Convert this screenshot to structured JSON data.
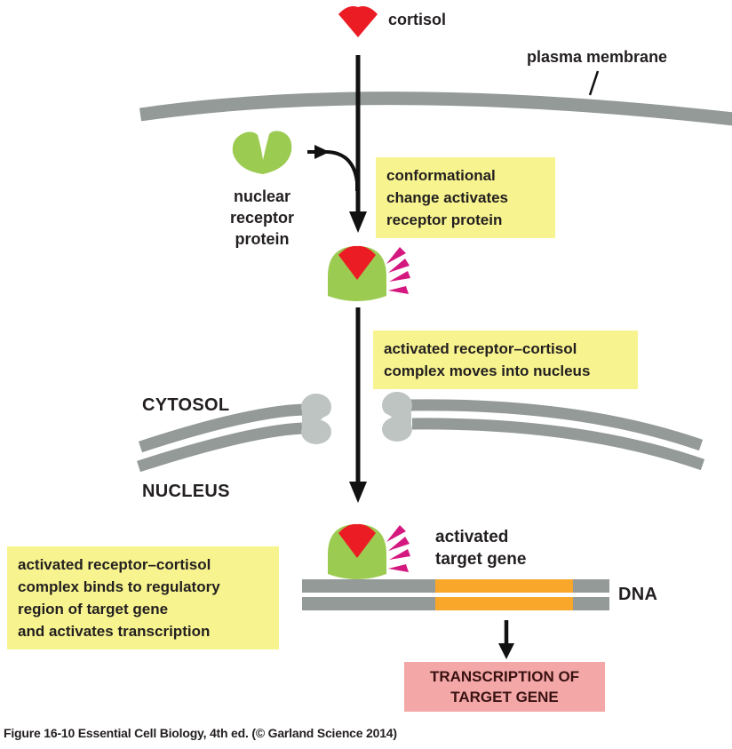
{
  "colors": {
    "green": "#9CCB52",
    "red": "#EC1C24",
    "magenta": "#D4187F",
    "yellow": "#F7F48F",
    "pink": "#F3A7A7",
    "membrane": "#939A97",
    "pore": "#BEC4C1",
    "orange": "#F9A72B",
    "text": "#231F20"
  },
  "labels": {
    "cortisol": "cortisol",
    "plasma_membrane": "plasma membrane",
    "receptor_lines": [
      "nuclear",
      "receptor",
      "protein"
    ],
    "cytosol": "CYTOSOL",
    "nucleus": "NUCLEUS",
    "target_gene_lines": [
      "activated",
      "target gene"
    ],
    "dna": "DNA"
  },
  "callouts": {
    "conformational": {
      "lines": [
        "conformational",
        "change activates",
        "receptor protein"
      ]
    },
    "moves_into_nucleus": {
      "lines": [
        "activated receptor–cortisol",
        "complex moves into nucleus"
      ]
    },
    "binds_regulatory": {
      "lines": [
        "activated receptor–cortisol",
        "complex binds to regulatory",
        "region of target gene",
        "and activates transcription"
      ]
    },
    "transcription_result": {
      "lines": [
        "TRANSCRIPTION OF",
        "TARGET GENE"
      ]
    }
  },
  "caption": "Figure 16-10  Essential Cell Biology, 4th ed. (© Garland Science 2014)"
}
